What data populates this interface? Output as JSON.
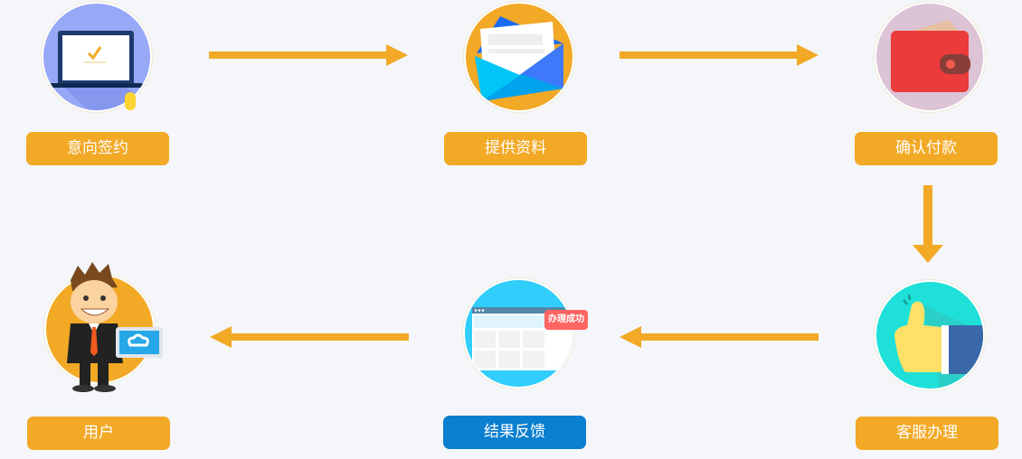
{
  "colors": {
    "accent": "#f2a926",
    "active": "#0a7fd0",
    "background": "#f4f6fa"
  },
  "steps": [
    {
      "label": "意向签约",
      "icon": "laptop-check-icon"
    },
    {
      "label": "提供资料",
      "icon": "envelope-icon"
    },
    {
      "label": "确认付款",
      "icon": "wallet-icon"
    },
    {
      "label": "客服办理",
      "icon": "thumbs-up-icon"
    },
    {
      "label": "结果反馈",
      "icon": "browser-success-icon",
      "badge": "办理成功"
    },
    {
      "label": "用户",
      "icon": "user-cartoon-icon"
    }
  ]
}
